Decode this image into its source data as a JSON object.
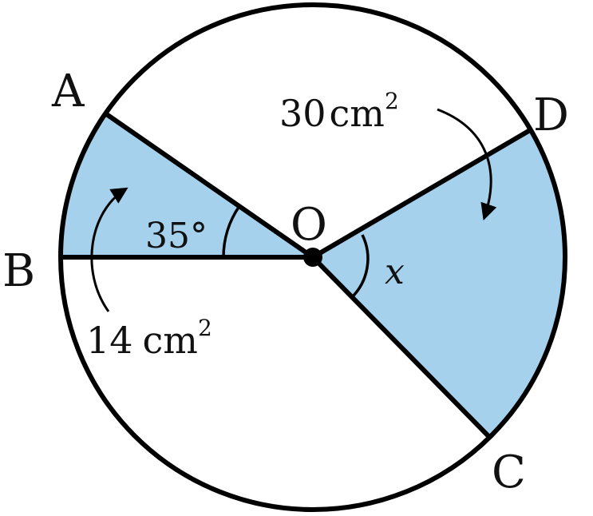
{
  "colors": {
    "sector_fill": "#a6d1ec",
    "stroke": "#000000",
    "background": "#ffffff"
  },
  "points": {
    "A": "A",
    "B": "B",
    "C": "C",
    "D": "D",
    "O": "O"
  },
  "angles": {
    "AOB": "35°",
    "COD": "x"
  },
  "areas": {
    "AOB": {
      "value": "14",
      "unit": "cm",
      "exponent": "2"
    },
    "COD": {
      "value": "30",
      "unit": "cm",
      "exponent": "2"
    }
  }
}
